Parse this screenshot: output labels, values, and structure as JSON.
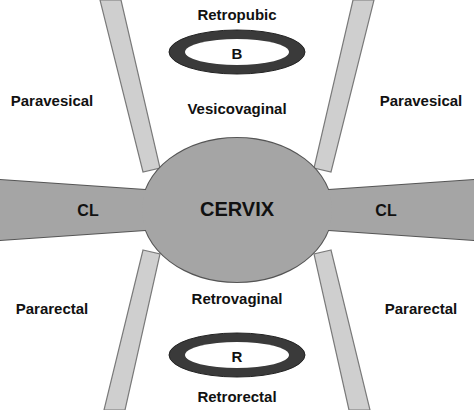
{
  "diagram": {
    "nodes": [
      {
        "text": [
          "B"
        ]
      },
      {
        "text": [
          "CL",
          "CERVIX",
          "CL"
        ]
      },
      {
        "text": [
          "R"
        ]
      }
    ],
    "labels": [
      "Retropubic",
      "Paravesical",
      "Vesicovaginal",
      "Paravesical",
      "Pararectal",
      "Retrovaginal",
      "Pararectal",
      "Retrorectal"
    ]
  }
}
